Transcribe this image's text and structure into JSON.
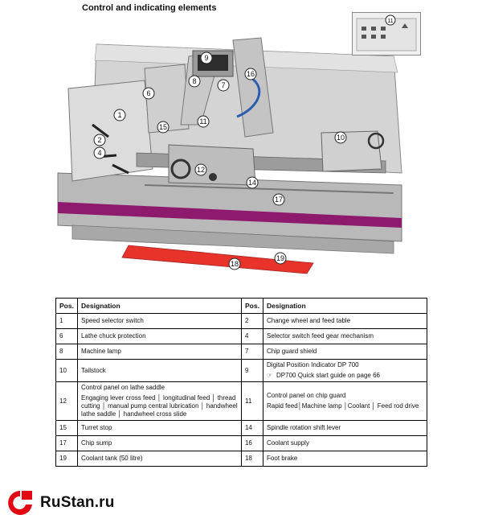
{
  "page": {
    "title": "Control and indicating elements"
  },
  "inset_label": "11",
  "callouts": [
    "9",
    "8",
    "7",
    "16",
    "6",
    "1",
    "15",
    "11",
    "2",
    "4",
    "10",
    "12",
    "14",
    "17",
    "19",
    "18"
  ],
  "table": {
    "headers": {
      "pos": "Pos.",
      "designation": "Designation"
    },
    "rows": [
      {
        "left": {
          "pos": "1",
          "text": "Speed selector switch"
        },
        "right": {
          "pos": "2",
          "text": "Change wheel and feed table"
        }
      },
      {
        "left": {
          "pos": "6",
          "text": "Lathe chuck protection"
        },
        "right": {
          "pos": "4",
          "text": "Selector switch feed gear mechanism"
        }
      },
      {
        "left": {
          "pos": "8",
          "text": "Machine lamp"
        },
        "right": {
          "pos": "7",
          "text": "Chip guard shield"
        }
      },
      {
        "left": {
          "pos": "10",
          "text": "Tailstock"
        },
        "right": {
          "pos": "9",
          "text": "Digital Position Indicator DP 700",
          "sub": "DP700 Quick start guide on page 66"
        }
      },
      {
        "left": {
          "pos": "12",
          "text": "Control panel on lathe saddle",
          "sub": "Engaging lever cross feed │ longitudinal feed │ thread cutting │ manual pump central lubrication │ handwheel lathe saddle │ handwheel cross slide"
        },
        "right": {
          "pos": "11",
          "text": "Control panel on chip guard",
          "sub": "Rapid feed│Machine lamp │Coolant │ Feed rod drive"
        }
      },
      {
        "left": {
          "pos": "15",
          "text": "Turret stop"
        },
        "right": {
          "pos": "14",
          "text": "Spindle rotation shift lever"
        }
      },
      {
        "left": {
          "pos": "17",
          "text": "Chip sump"
        },
        "right": {
          "pos": "16",
          "text": "Coolant supply"
        }
      },
      {
        "left": {
          "pos": "19",
          "text": "Coolant tank (50 litre)"
        },
        "right": {
          "pos": "18",
          "text": "Foot brake"
        }
      }
    ]
  },
  "brand": {
    "name": "RuStan.ru",
    "color": "#e30613"
  },
  "colors": {
    "machine_body": "#c8c8c8",
    "machine_stripe": "#8e1a6e",
    "foot_brake": "#e8332b",
    "coolant_hose": "#2a5db0"
  }
}
